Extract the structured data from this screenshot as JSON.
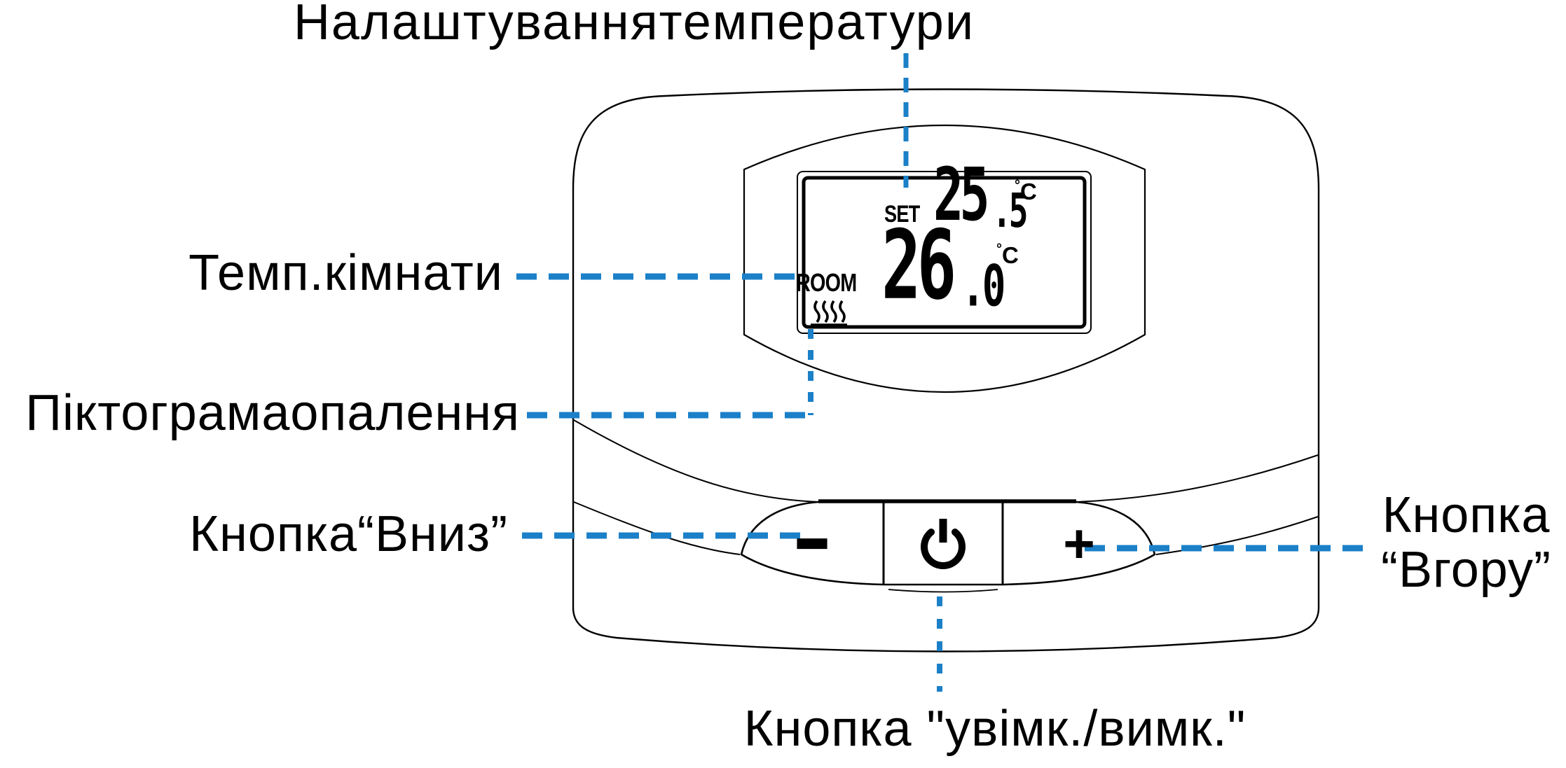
{
  "diagram_title": "Налаштуваннятемператури",
  "colors": {
    "leader_blue": "#1b80c8",
    "line_black": "#000000",
    "background": "#ffffff"
  },
  "labels": {
    "temperature_setting": "Налаштуваннятемператури",
    "room_temperature": "Темп.кімнати",
    "heating_icon": "Піктограмаопалення",
    "down_button": "Кнопка“Вниз”",
    "up_button_line1": "Кнопка",
    "up_button_line2": "“Вгору”",
    "power_button": "Кнопка \"увімк./вимк.\""
  },
  "lcd": {
    "set_label": "SET",
    "set_value": "25.5",
    "set_value_int": "25",
    "set_value_frac": ".5",
    "set_unit_degree": "°",
    "set_unit_letter": "C",
    "room_label": "ROOM",
    "room_value": "26.0",
    "room_value_int": "26",
    "room_value_frac": ".0",
    "room_unit_degree": "°",
    "room_unit_letter": "C"
  },
  "buttons": {
    "down": "−",
    "up": "+",
    "power_icon": "power-icon"
  },
  "icons": {
    "heating": "heating-waves-icon",
    "power": "power-icon"
  }
}
